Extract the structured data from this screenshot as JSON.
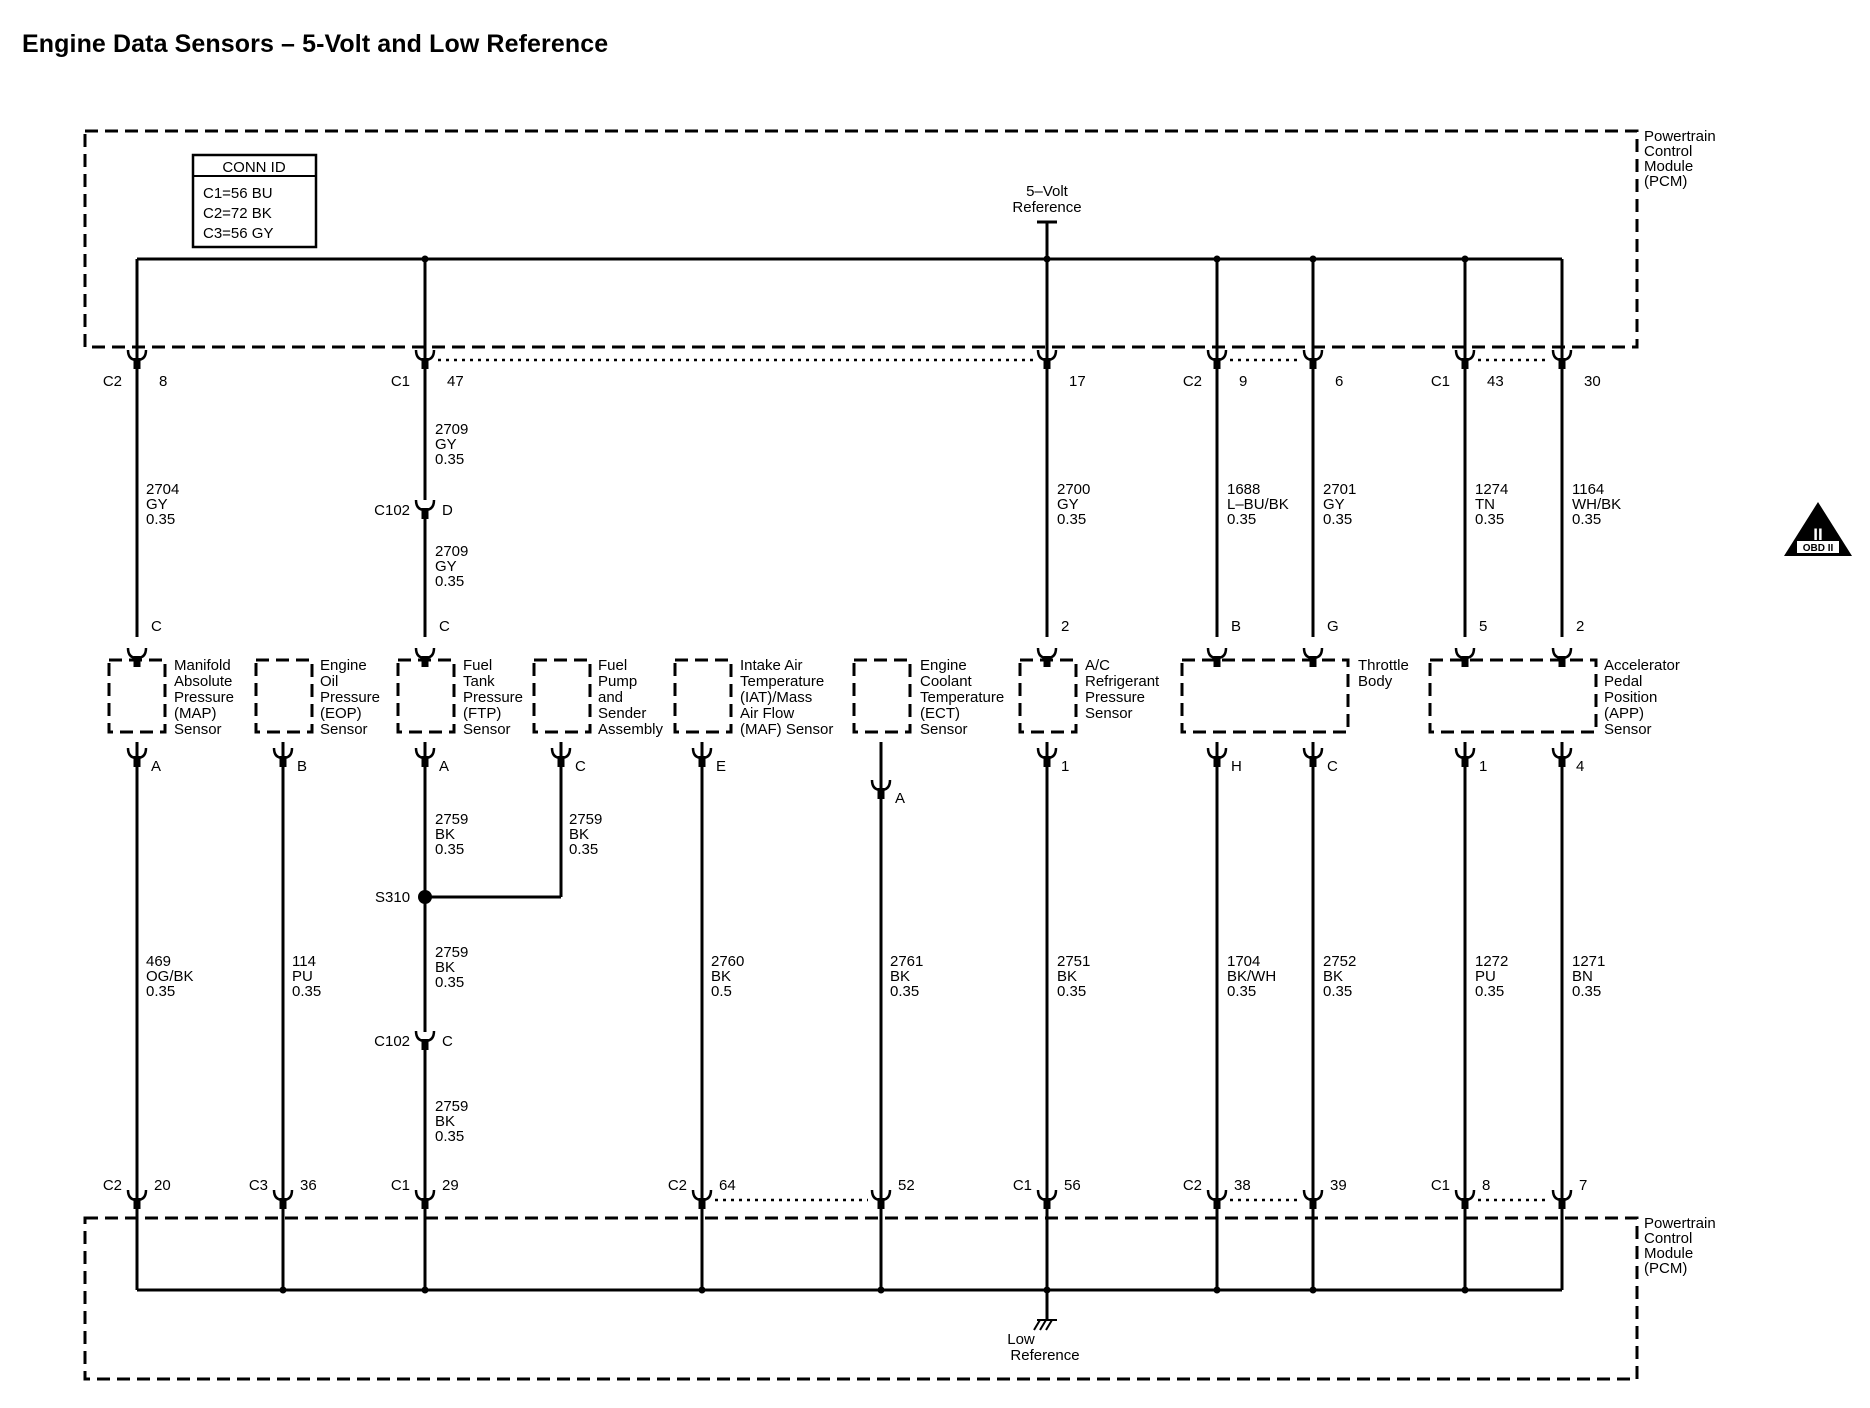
{
  "title": "Engine Data Sensors – 5-Volt and Low Reference",
  "conn_id": {
    "heading": "CONN ID",
    "rows": [
      "C1=56 BU",
      "C2=72 BK",
      "C3=56 GY"
    ]
  },
  "pcm_label": [
    "Powertrain",
    "Control",
    "Module",
    "(PCM)"
  ],
  "five_volt_ref": [
    "5–Volt",
    "Reference"
  ],
  "low_ref": [
    "Low",
    "Reference"
  ],
  "obd_badge": {
    "roman": "II",
    "text": "OBD II"
  },
  "splices": {
    "s310": "S310"
  },
  "top_pins": [
    {
      "conn": "C2",
      "pin": "8"
    },
    {
      "conn": "C1",
      "pin": "47"
    },
    {
      "conn": "",
      "pin": "17"
    },
    {
      "conn": "C2",
      "pin": "9"
    },
    {
      "conn": "",
      "pin": "6"
    },
    {
      "conn": "C1",
      "pin": "43"
    },
    {
      "conn": "",
      "pin": "30"
    }
  ],
  "bottom_pins": [
    {
      "conn": "C2",
      "pin": "20"
    },
    {
      "conn": "C3",
      "pin": "36"
    },
    {
      "conn": "C1",
      "pin": "29"
    },
    {
      "conn": "C2",
      "pin": "64"
    },
    {
      "conn": "",
      "pin": "52"
    },
    {
      "conn": "C1",
      "pin": "56"
    },
    {
      "conn": "C2",
      "pin": "38"
    },
    {
      "conn": "",
      "pin": "39"
    },
    {
      "conn": "C1",
      "pin": "8"
    },
    {
      "conn": "",
      "pin": "7"
    }
  ],
  "wires_top": [
    {
      "circuit": "2704",
      "color": "GY",
      "size": "0.35"
    },
    {
      "circuit": "2709",
      "color": "GY",
      "size": "0.35"
    },
    {
      "circuit": "2709",
      "color": "GY",
      "size": "0.35"
    },
    {
      "circuit": "2700",
      "color": "GY",
      "size": "0.35"
    },
    {
      "circuit": "1688",
      "color": "L–BU/BK",
      "size": "0.35"
    },
    {
      "circuit": "2701",
      "color": "GY",
      "size": "0.35"
    },
    {
      "circuit": "1274",
      "color": "TN",
      "size": "0.35"
    },
    {
      "circuit": "1164",
      "color": "WH/BK",
      "size": "0.35"
    }
  ],
  "wires_bottom": [
    {
      "circuit": "469",
      "color": "OG/BK",
      "size": "0.35"
    },
    {
      "circuit": "114",
      "color": "PU",
      "size": "0.35"
    },
    {
      "circuit": "2759",
      "color": "BK",
      "size": "0.35"
    },
    {
      "circuit": "2759",
      "color": "BK",
      "size": "0.35"
    },
    {
      "circuit": "2759",
      "color": "BK",
      "size": "0.35"
    },
    {
      "circuit": "2759",
      "color": "BK",
      "size": "0.35"
    },
    {
      "circuit": "2760",
      "color": "BK",
      "size": "0.5"
    },
    {
      "circuit": "2761",
      "color": "BK",
      "size": "0.35"
    },
    {
      "circuit": "2751",
      "color": "BK",
      "size": "0.35"
    },
    {
      "circuit": "1704",
      "color": "BK/WH",
      "size": "0.35"
    },
    {
      "circuit": "2752",
      "color": "BK",
      "size": "0.35"
    },
    {
      "circuit": "1272",
      "color": "PU",
      "size": "0.35"
    },
    {
      "circuit": "1271",
      "color": "BN",
      "size": "0.35"
    }
  ],
  "inline_connectors": [
    {
      "id": "C102",
      "pin": "D"
    },
    {
      "id": "C102",
      "pin": "C"
    }
  ],
  "components": [
    {
      "name": [
        "Manifold",
        "Absolute",
        "Pressure",
        "(MAP)",
        "Sensor"
      ],
      "top_pins": [
        "C"
      ],
      "bottom_pins": [
        "A"
      ]
    },
    {
      "name": [
        "Engine",
        "Oil",
        "Pressure",
        "(EOP)",
        "Sensor"
      ],
      "top_pins": [],
      "bottom_pins": [
        "B"
      ]
    },
    {
      "name": [
        "Fuel",
        "Tank",
        "Pressure",
        "(FTP)",
        "Sensor"
      ],
      "top_pins": [
        "C"
      ],
      "bottom_pins": [
        "A"
      ]
    },
    {
      "name": [
        "Fuel",
        "Pump",
        "and",
        "Sender",
        "Assembly"
      ],
      "top_pins": [],
      "bottom_pins": [
        "C"
      ]
    },
    {
      "name": [
        "Intake Air",
        "Temperature",
        "(IAT)/Mass",
        "Air Flow",
        "(MAF) Sensor"
      ],
      "top_pins": [],
      "bottom_pins": [
        "E"
      ]
    },
    {
      "name": [
        "Engine",
        "Coolant",
        "Temperature",
        "(ECT)",
        "Sensor"
      ],
      "top_pins": [],
      "bottom_pins": [
        "A"
      ]
    },
    {
      "name": [
        "A/C",
        "Refrigerant",
        "Pressure",
        "Sensor"
      ],
      "top_pins": [
        "2"
      ],
      "bottom_pins": [
        "1"
      ]
    },
    {
      "name": [
        "Throttle",
        "Body"
      ],
      "top_pins": [
        "B",
        "G"
      ],
      "bottom_pins": [
        "H",
        "C"
      ]
    },
    {
      "name": [
        "Accelerator",
        "Pedal",
        "Position",
        "(APP)",
        "Sensor"
      ],
      "top_pins": [
        "5",
        "2"
      ],
      "bottom_pins": [
        "1",
        "4"
      ]
    }
  ]
}
